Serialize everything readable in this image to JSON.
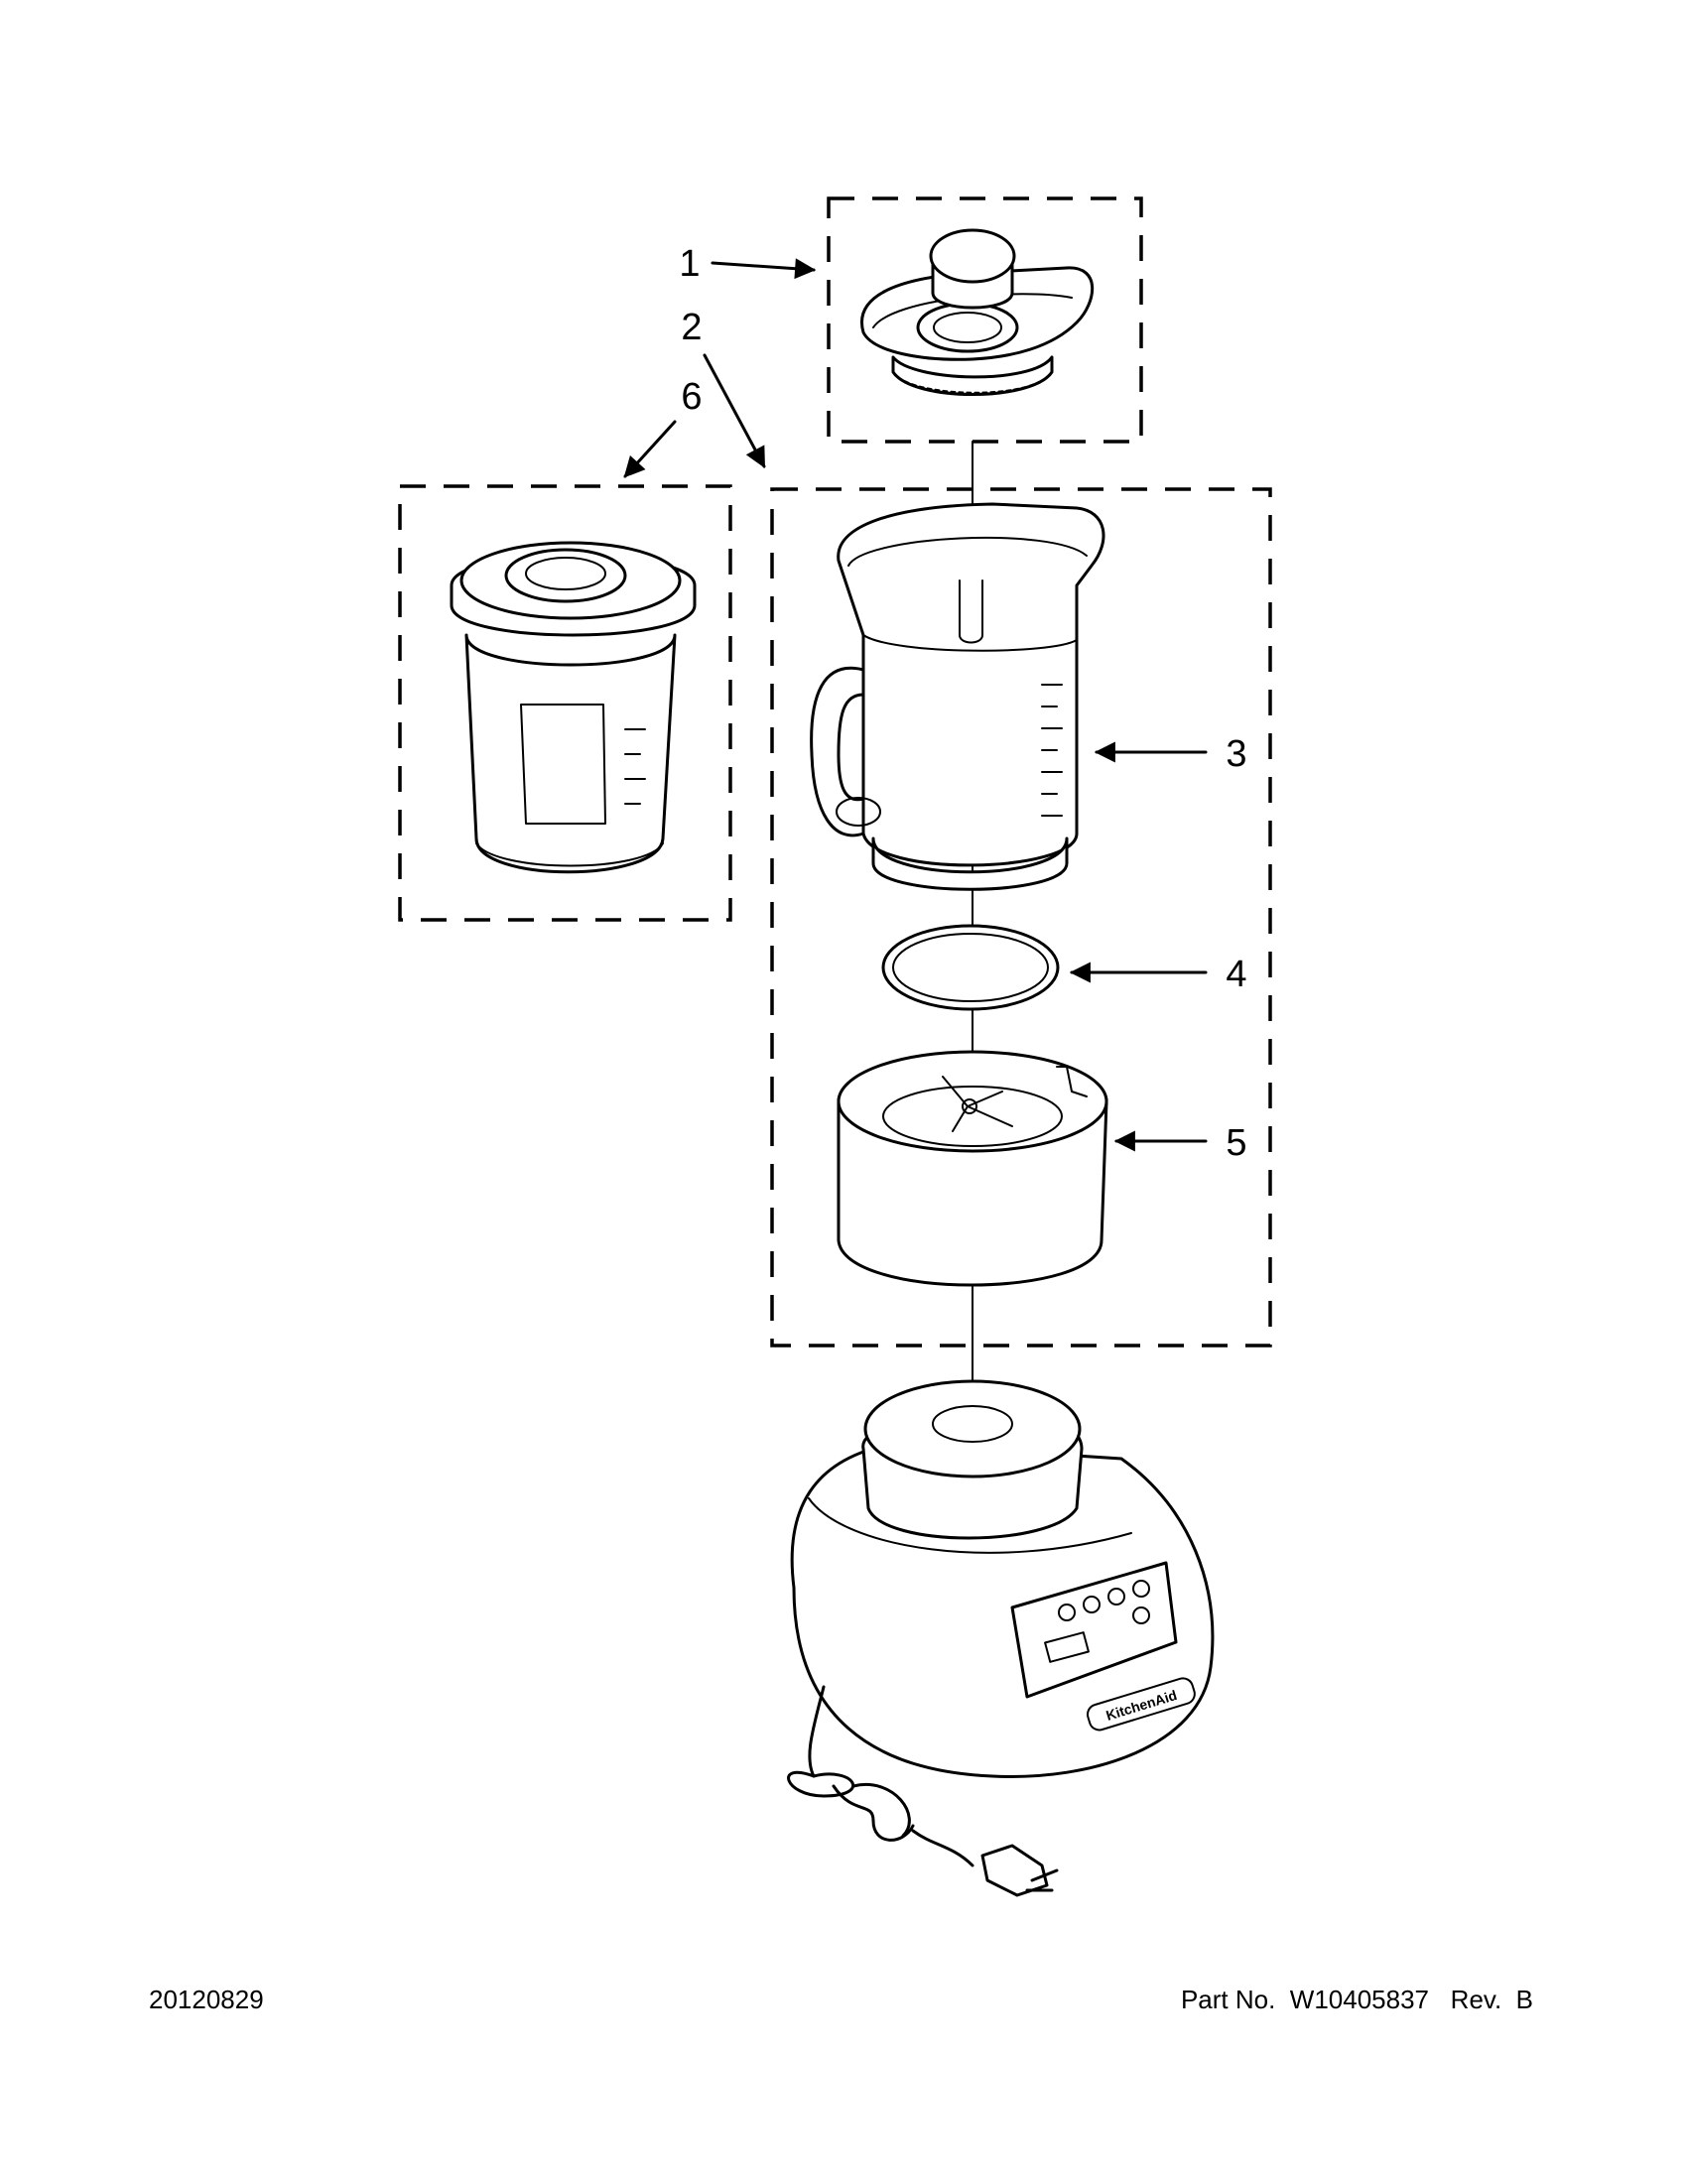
{
  "callouts": {
    "c1": "1",
    "c2": "2",
    "c3": "3",
    "c4": "4",
    "c5": "5",
    "c6": "6"
  },
  "base_brand_text": "KitchenAid",
  "footer": {
    "date_code": "20120829",
    "part_number": "Part No.  W10405837   Rev.  B"
  }
}
